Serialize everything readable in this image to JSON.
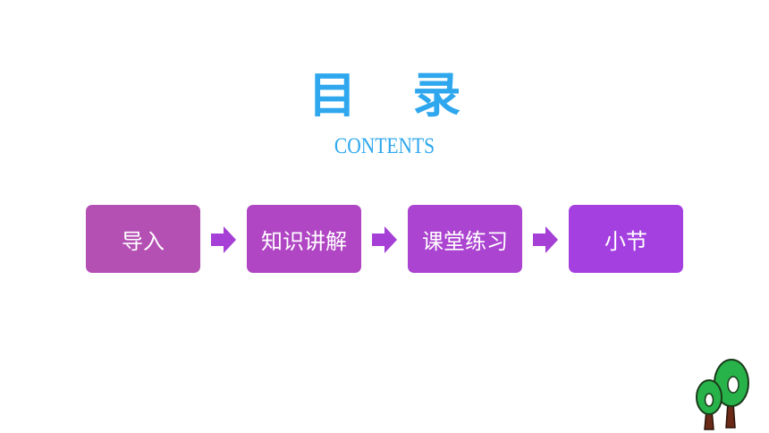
{
  "title": "目 录",
  "subtitle": "CONTENTS",
  "colors": {
    "title": "#2ea7ee",
    "arrow": "#a53fd6",
    "steps": [
      "#b44fb4",
      "#b046c4",
      "#ab44d0",
      "#a540e0"
    ]
  },
  "steps": [
    {
      "label": "导入"
    },
    {
      "label": "知识讲解"
    },
    {
      "label": "课堂练习"
    },
    {
      "label": "小节"
    }
  ],
  "icons": {
    "arrow": "arrow-right-icon",
    "decoration": "trees-icon"
  }
}
